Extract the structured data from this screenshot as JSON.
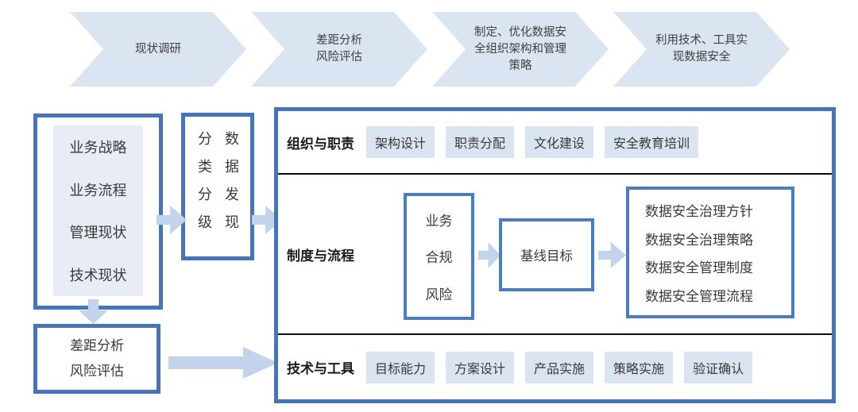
{
  "colors": {
    "border_blue": "#4575b4",
    "mini_border_blue": "#4a7cc2",
    "chevron_fill": "#dbe5f2",
    "chip_fill": "#dbe5f1",
    "panel_fill": "#e8ecf5",
    "arrow_fill": "#c2d4ec",
    "divider": "#0d0d0d",
    "text": "#3a3a3a",
    "label_text": "#1c1c1c"
  },
  "process_steps": [
    {
      "lines": [
        "现状调研"
      ]
    },
    {
      "lines": [
        "差距分析",
        "风险评估"
      ]
    },
    {
      "lines": [
        "制定、优化数据安",
        "全组织架构和管理",
        "策略"
      ]
    },
    {
      "lines": [
        "利用技术、工具实",
        "现数据安全"
      ]
    }
  ],
  "left": {
    "current_state": {
      "lines": [
        "业务战略",
        "业务流程",
        "管理现状",
        "技术现状"
      ]
    },
    "classification": {
      "columns": [
        "分类分级",
        "数据发现"
      ]
    },
    "gap_analysis": {
      "lines": [
        "差距分析",
        "风险评估"
      ]
    }
  },
  "main": {
    "org_row": {
      "label": "组织与职责",
      "chips": [
        "架构设计",
        "职责分配",
        "文化建设",
        "安全教育培训"
      ]
    },
    "process_row": {
      "label": "制度与流程",
      "compliance_box": {
        "lines": [
          "业务",
          "合规",
          "风险"
        ]
      },
      "baseline_box": {
        "label": "基线目标"
      },
      "policy_box": {
        "lines": [
          "数据安全治理方针",
          "数据安全治理策略",
          "数据安全管理制度",
          "数据安全管理流程"
        ]
      }
    },
    "tech_row": {
      "label": "技术与工具",
      "chips": [
        "目标能力",
        "方案设计",
        "产品实施",
        "策略实施",
        "验证确认"
      ]
    }
  }
}
